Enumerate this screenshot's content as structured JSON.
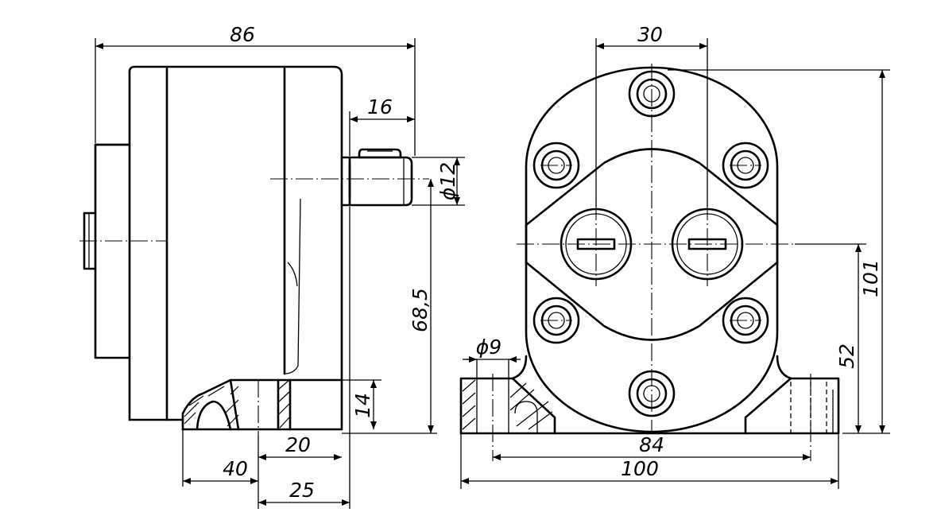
{
  "dimensions": {
    "overall_length": "86",
    "shaft_length": "16",
    "shaft_diameter": "ϕ12",
    "shaft_axis_height": "68,5",
    "foot_thickness": "14",
    "foot_dim_20": "20",
    "foot_dim_40": "40",
    "foot_dim_25": "25",
    "bolt_spacing_top": "30",
    "hole_diameter": "ϕ9",
    "overall_height": "101",
    "axis_height_right": "52",
    "mount_hole_spacing": "84",
    "base_width": "100"
  }
}
